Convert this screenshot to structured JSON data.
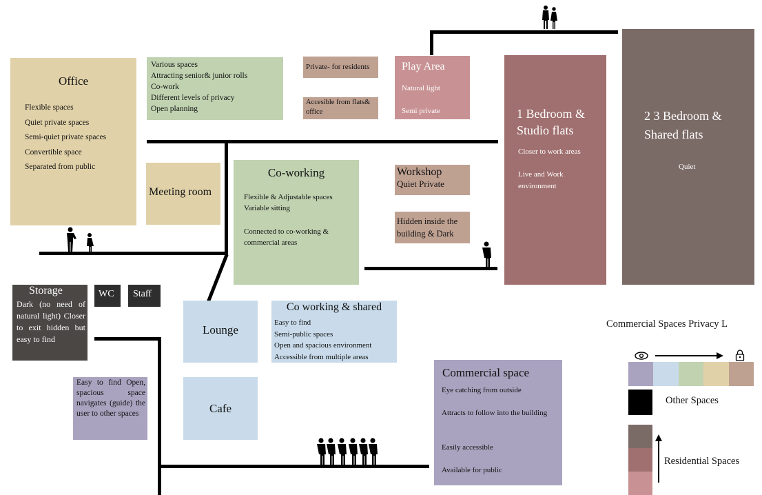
{
  "office": {
    "title": "Office",
    "items": [
      "Flexible spaces",
      "Quiet private spaces",
      "Semi-quiet private spaces",
      "Convertible space",
      "Separated from public"
    ]
  },
  "office_notes": {
    "items": [
      "Various spaces",
      "Attracting senior& junior rolls",
      "Co-work",
      "Different levels of privacy",
      "Open planning"
    ]
  },
  "residents_note": "Private- for residents",
  "flats_office_note": "Accesible from flats& office",
  "play_area": {
    "title": "Play Area",
    "items": [
      "Natural light",
      "Semi private"
    ]
  },
  "one_bedroom": {
    "title": "1 Bedroom & Studio flats",
    "items": [
      "Closer to work areas",
      "Live and Work environment"
    ]
  },
  "two_three_bedroom": {
    "title": "2 3 Bedroom & Shared flats",
    "items": [
      "Quiet"
    ]
  },
  "meeting_room": {
    "title": "Meeting room"
  },
  "coworking": {
    "title": "Co-working",
    "items": [
      "Flexible & Adjustable spaces",
      "Variable sitting",
      "Connected to co-working & commercial areas"
    ]
  },
  "workshop": {
    "title": "Workshop",
    "subtitle": "Quiet Private"
  },
  "hidden_note": "Hidden inside the building & Dark",
  "storage": {
    "title": "Storage",
    "text": "Dark (no need of natural light) Closer to exit hidden but easy to find"
  },
  "wc": {
    "label": "WC"
  },
  "staff": {
    "label": "Staff"
  },
  "lounge": {
    "title": "Lounge"
  },
  "cafe": {
    "title": "Cafe"
  },
  "coworking_shared": {
    "title": "Co working & shared",
    "items": [
      "Easy to find",
      "Semi-public spaces",
      "Open and spacious environment",
      "Accessible from multiple areas"
    ]
  },
  "circulation_note": {
    "text": "Easy to find Open, spacious space navigates (guide) the user to other spaces"
  },
  "commercial": {
    "title": "Commercial space",
    "items": [
      "Eye catching from outside",
      "Attracts to follow into the building",
      "Easily accessible",
      "Available for public"
    ]
  },
  "legend": {
    "title": "Commercial Spaces Privacy L",
    "privacy_colors": [
      "#a9a3bf",
      "#c9dbea",
      "#c0d2b0",
      "#e0d1a8",
      "#bfa192"
    ],
    "other_label": "Other Spaces",
    "residential_label": "Residential Spaces",
    "residential_colors": [
      "#7b6b67",
      "#a06f6f",
      "#c89294"
    ],
    "eye_icon": "eye-icon",
    "lock_icon": "lock-icon"
  }
}
